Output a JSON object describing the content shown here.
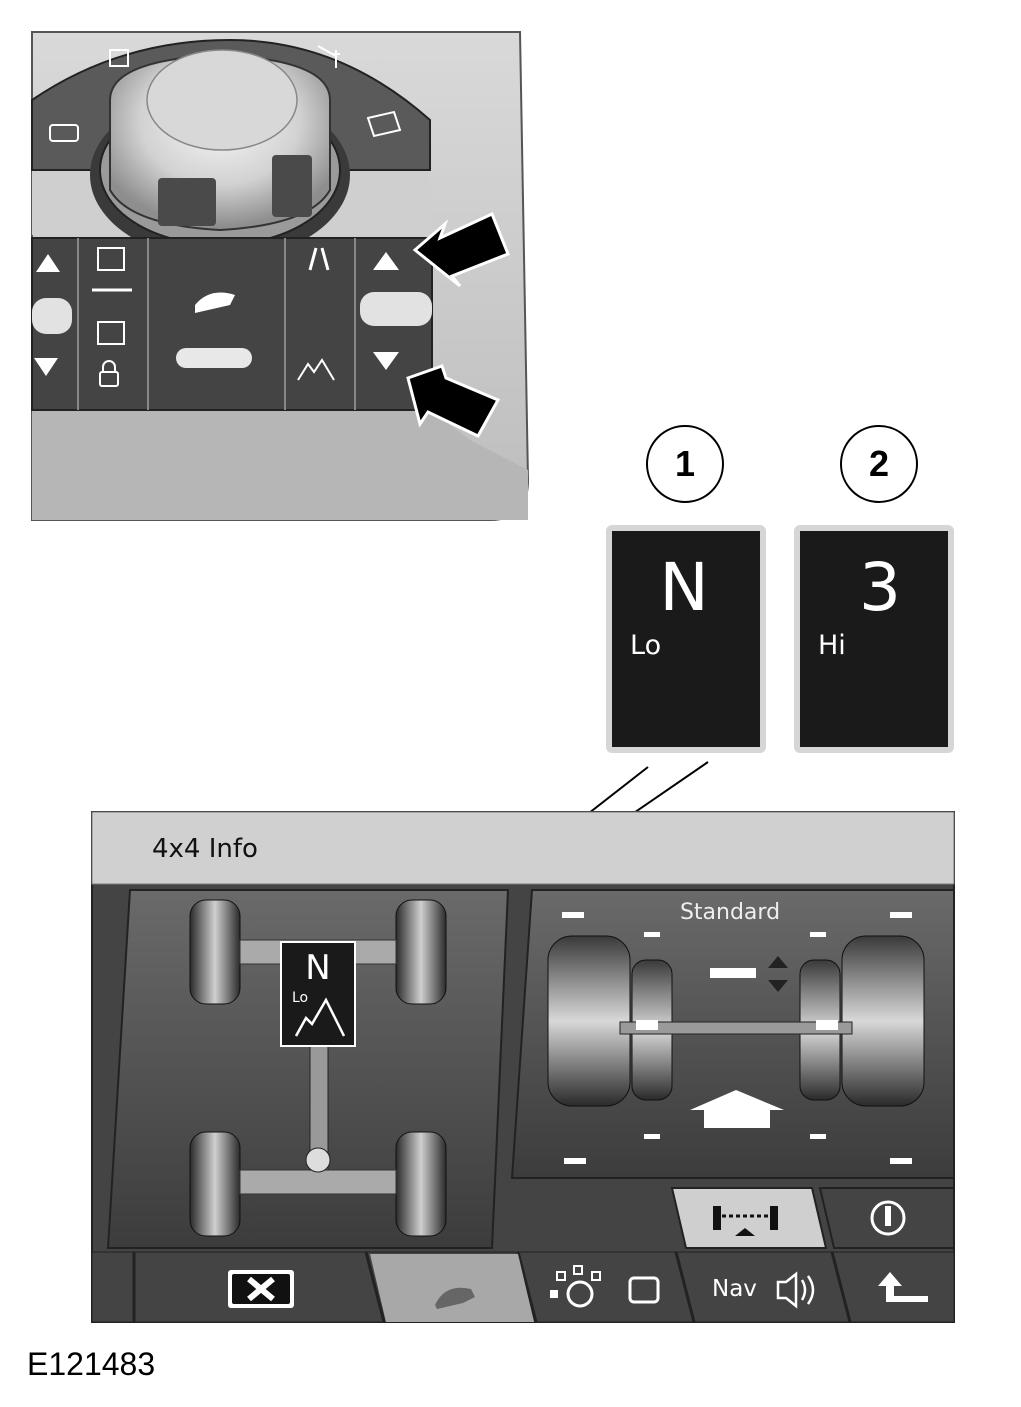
{
  "figure_code": "E121483",
  "callouts": [
    {
      "number": "1",
      "gear": "N",
      "range": "Lo",
      "terrain_icon": "mountain-icon"
    },
    {
      "number": "2",
      "gear": "3",
      "range": "Hi",
      "terrain_icon": "road-icon"
    }
  ],
  "console": {
    "control_icons": [
      "on-road-icon",
      "grass-gravel-snow-icon",
      "sand-icon",
      "rock-crawl-icon",
      "mud-ruts-icon"
    ],
    "left_switch_icons": [
      "access-height-up-icon",
      "access-height-down-icon",
      "lock-icon"
    ],
    "right_switch_icons": [
      "hi-range-road-icon",
      "lo-range-mountain-icon"
    ],
    "arrow_indicators": [
      "up-arrow-icon",
      "down-arrow-icon"
    ]
  },
  "screen": {
    "title": "4x4 Info",
    "mini_badge": {
      "gear": "N",
      "range": "Lo"
    },
    "suspension_mode_label": "Standard",
    "toolbar": {
      "close_icon": "close-icon",
      "terrain_icon": "terrain-response-icon",
      "nav_label": "Nav",
      "audio_icon": "speaker-icon",
      "back_icon": "back-arrow-icon",
      "axle_view_icon": "axle-view-icon",
      "info_icon": "info-icon"
    }
  }
}
